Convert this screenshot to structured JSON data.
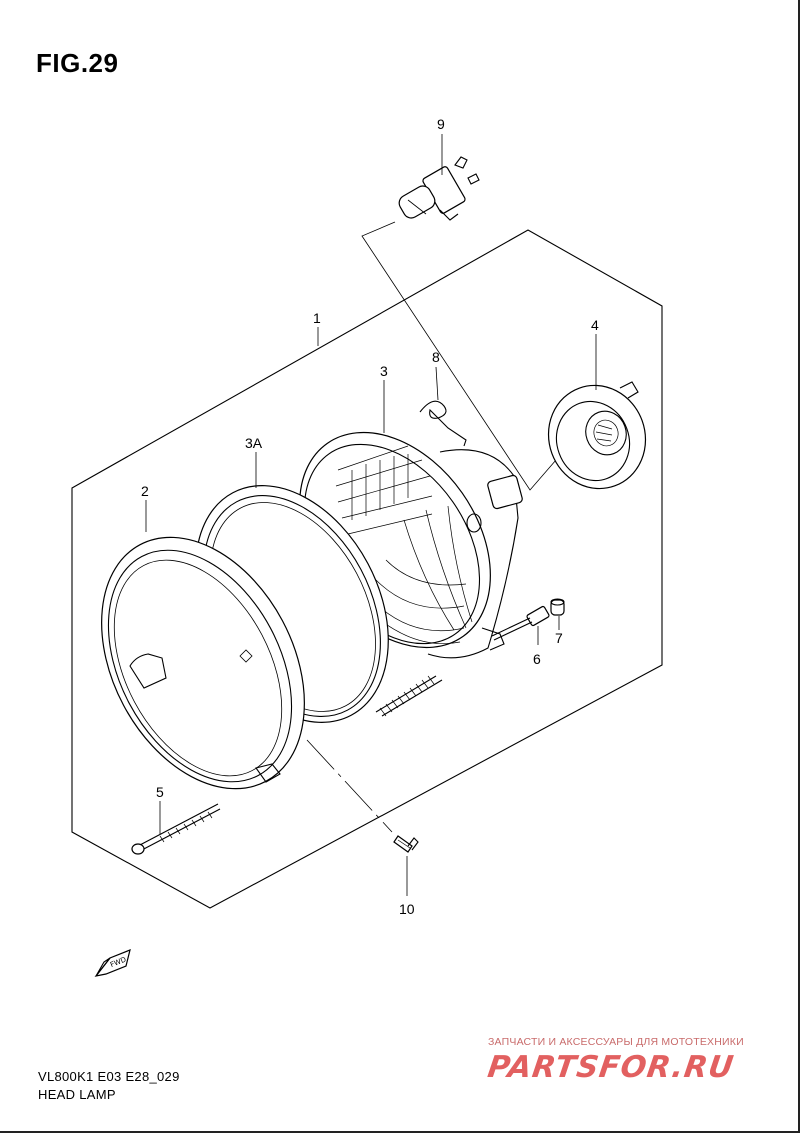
{
  "figure_label": "FIG.29",
  "parts": [
    {
      "ref": "1"
    },
    {
      "ref": "2"
    },
    {
      "ref": "3"
    },
    {
      "ref": "3A"
    },
    {
      "ref": "4"
    },
    {
      "ref": "5"
    },
    {
      "ref": "6"
    },
    {
      "ref": "7"
    },
    {
      "ref": "8"
    },
    {
      "ref": "9"
    },
    {
      "ref": "10"
    }
  ],
  "fwd_label": "FWD",
  "caption": {
    "model_code": "VL800K1 E03 E28_029",
    "section_name": "HEAD LAMP"
  },
  "watermark": {
    "subtitle": "ЗАПЧАСТИ И АКСЕССУАРЫ ДЛЯ МОТОТЕХНИКИ",
    "logo_text": "PARTSFOR.RU"
  },
  "colors": {
    "line_art": "#000000",
    "watermark_red": "#e26060"
  }
}
